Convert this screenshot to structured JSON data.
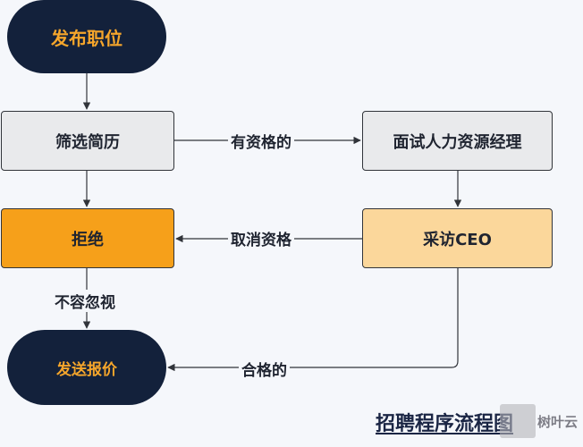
{
  "nodes": {
    "post_job": "发布职位",
    "screen_resume": "筛选简历",
    "interview_hr": "面试人力资源经理",
    "reject": "拒绝",
    "interview_ceo": "采访CEO",
    "send_offer": "发送报价"
  },
  "edge_labels": {
    "qualified": "有资格的",
    "cancel_qualification": "取消资格",
    "cannot_ignore": "不容忽视",
    "passed": "合格的"
  },
  "footer": {
    "title": "招聘程序流程图",
    "watermark_text": "树叶云"
  }
}
